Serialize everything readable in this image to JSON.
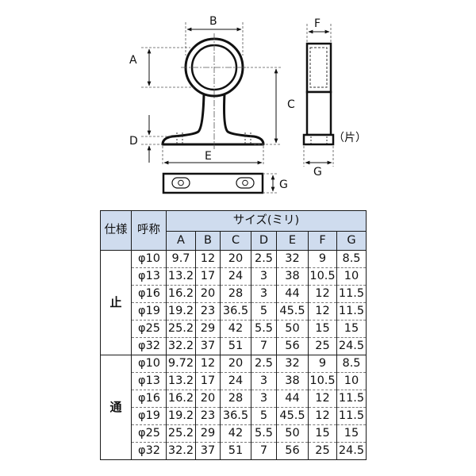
{
  "drawing": {
    "dim_labels": {
      "A": "A",
      "B": "B",
      "C": "C",
      "D": "D",
      "E": "E",
      "F": "F",
      "G_side": "G",
      "G_bottom": "G"
    },
    "side_note": "（片）"
  },
  "table": {
    "header": {
      "type_col": "仕様",
      "nominal_col": "呼称",
      "size_group": "サイズ(ミリ)",
      "columns": [
        "A",
        "B",
        "C",
        "D",
        "E",
        "F",
        "G"
      ]
    },
    "groups": [
      {
        "type": "止",
        "rows": [
          {
            "nominal": "φ10",
            "values": [
              "9.7",
              "12",
              "20",
              "2.5",
              "32",
              "9",
              "8.5"
            ]
          },
          {
            "nominal": "φ13",
            "values": [
              "13.2",
              "17",
              "24",
              "3",
              "38",
              "10.5",
              "10"
            ]
          },
          {
            "nominal": "φ16",
            "values": [
              "16.2",
              "20",
              "28",
              "3",
              "44",
              "12",
              "11.5"
            ]
          },
          {
            "nominal": "φ19",
            "values": [
              "19.2",
              "23",
              "36.5",
              "5",
              "45.5",
              "12",
              "11.5"
            ]
          },
          {
            "nominal": "φ25",
            "values": [
              "25.2",
              "29",
              "42",
              "5.5",
              "50",
              "15",
              "15"
            ]
          },
          {
            "nominal": "φ32",
            "values": [
              "32.2",
              "37",
              "51",
              "7",
              "56",
              "25",
              "24.5"
            ]
          }
        ]
      },
      {
        "type": "通",
        "rows": [
          {
            "nominal": "φ10",
            "values": [
              "9.72",
              "12",
              "20",
              "2.5",
              "32",
              "9",
              "8.5"
            ]
          },
          {
            "nominal": "φ13",
            "values": [
              "13.2",
              "17",
              "24",
              "3",
              "38",
              "10.5",
              "10"
            ]
          },
          {
            "nominal": "φ16",
            "values": [
              "16.2",
              "20",
              "28",
              "3",
              "44",
              "12",
              "11.5"
            ]
          },
          {
            "nominal": "φ19",
            "values": [
              "19.2",
              "23",
              "36.5",
              "5",
              "45.5",
              "12",
              "11.5"
            ]
          },
          {
            "nominal": "φ25",
            "values": [
              "25.2",
              "29",
              "42",
              "5.5",
              "50",
              "15",
              "15"
            ]
          },
          {
            "nominal": "φ32",
            "values": [
              "32.2",
              "37",
              "51",
              "7",
              "56",
              "25",
              "24.5"
            ]
          }
        ]
      }
    ]
  }
}
